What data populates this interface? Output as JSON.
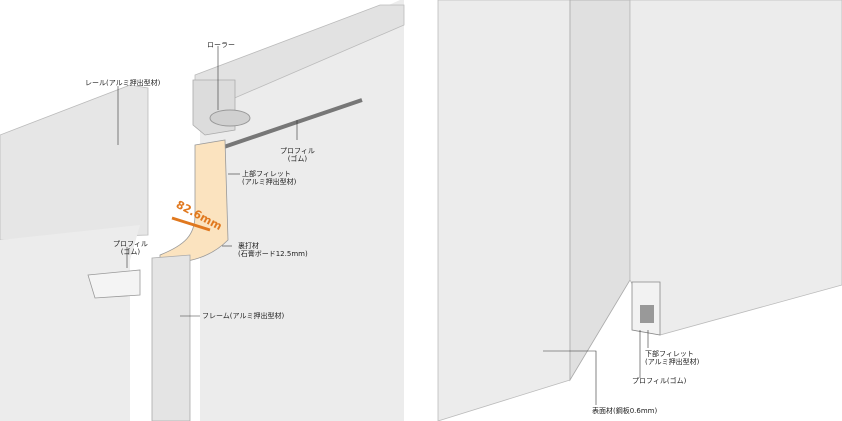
{
  "left_diagram": {
    "labels": {
      "roller": "ローラー",
      "rail": "レール(アルミ押出型材)",
      "profile_top_1": "プロフィル",
      "profile_top_2": "(ゴム)",
      "upper_fillet_1": "上部フィレット",
      "upper_fillet_2": "(アルミ押出型材)",
      "backing_1": "裏打材",
      "backing_2": "(石膏ボード12.5mm)",
      "profile_left_1": "プロフィル",
      "profile_left_2": "(ゴム)",
      "frame": "フレーム(アルミ押出型材)"
    },
    "dimension": "82.6mm"
  },
  "right_diagram": {
    "labels": {
      "lower_fillet_1": "下部フィレット",
      "lower_fillet_2": "(アルミ押出型材)",
      "profile": "プロフィル(ゴム)",
      "surface": "表面材(鋼板0.6mm)"
    }
  },
  "colors": {
    "panel": "#ececec",
    "edge": "#b8b8b8",
    "backing": "#fbe3bf",
    "accent": "#e0781e"
  }
}
